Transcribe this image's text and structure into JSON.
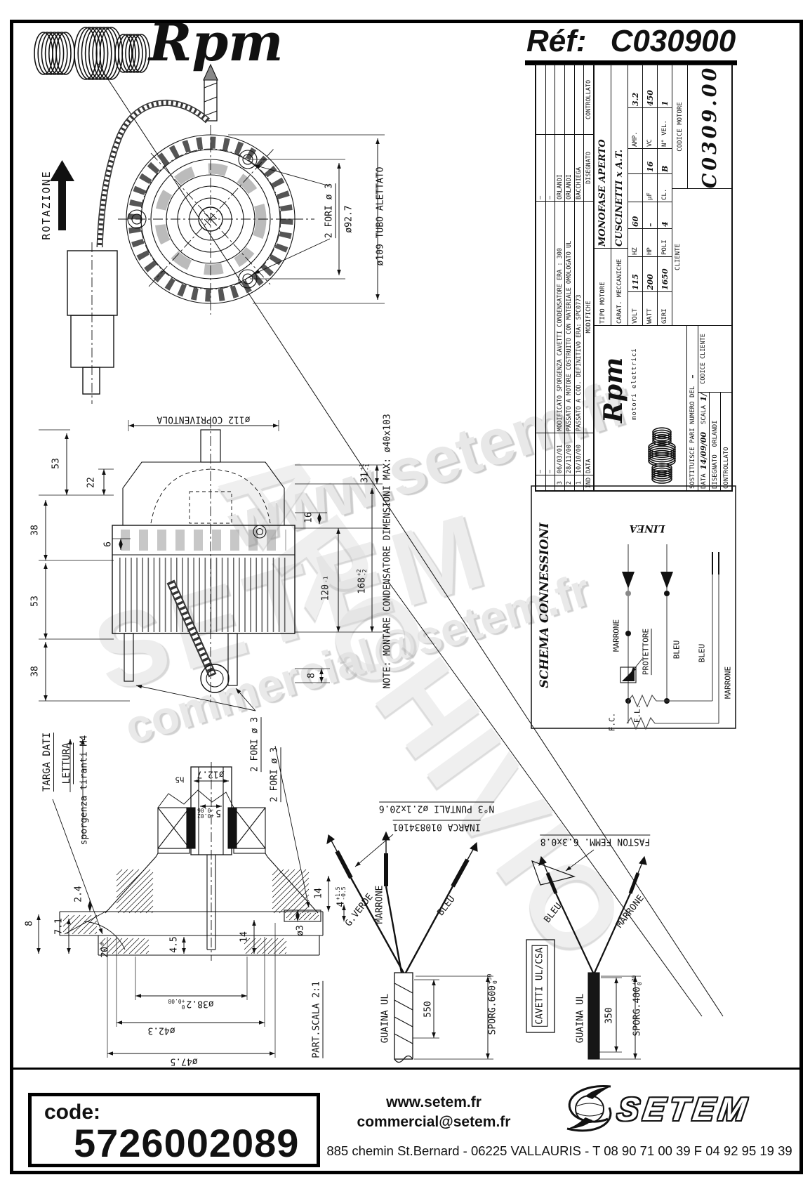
{
  "header": {
    "brand": "Rpm",
    "ref_label": "Réf:",
    "ref_value": "C030900"
  },
  "title_block": {
    "revisions": {
      "headers": {
        "ind": "IND",
        "date": "DATA",
        "mod": "MODIFICHE",
        "dis": "DISEGNATO",
        "ctrl": "CONTROLLATO"
      },
      "rows": [
        {
          "ind": "",
          "date": "–",
          "mod": "",
          "dis": "–",
          "ctrl": ""
        },
        {
          "ind": "",
          "date": "–",
          "mod": "",
          "dis": "–",
          "ctrl": ""
        },
        {
          "ind": "3",
          "date": "06/03/01",
          "mod": "MODIFICATO SPORGENZA CAVETTI CONDENSATORE ERA : 300",
          "dis": "ORLANDI",
          "ctrl": ""
        },
        {
          "ind": "2",
          "date": "28/11/00",
          "mod": "PASSATO A MOTORE COSTRUITO CON MATERIALE OMOLOGATO UL",
          "dis": "ORLANDI",
          "ctrl": ""
        },
        {
          "ind": "1",
          "date": "10/10/00",
          "mod": "PASSATO A COD. DEFINITIVO ERA: SPC0773",
          "dis": "BACCHIEGA",
          "ctrl": ""
        }
      ]
    },
    "logo": {
      "brand": "Rpm",
      "subtitle": "motori elettrici"
    },
    "tipo_label": "TIPO MOTORE",
    "tipo_value": "MONOFASE APERTO",
    "carat_label": "CARAT. MECCANICHE",
    "carat_value": "CUSCINETTI x A.T.",
    "specs": [
      [
        {
          "l": "VOLT",
          "v": "115"
        },
        {
          "l": "HZ",
          "v": "60"
        },
        {
          "l": "",
          "v": ""
        },
        {
          "l": "AMP.",
          "v": "3.2"
        }
      ],
      [
        {
          "l": "WATT",
          "v": "200"
        },
        {
          "l": "HP",
          "v": "–"
        },
        {
          "l": "µF",
          "v": "16"
        },
        {
          "l": "VC",
          "v": "450"
        }
      ],
      [
        {
          "l": "GIRI",
          "v": "1650"
        },
        {
          "l": "POLI",
          "v": "4"
        },
        {
          "l": "CL.",
          "v": "B"
        },
        {
          "l": "N° VEL.",
          "v": "1"
        }
      ]
    ],
    "cliente_label": "CLIENTE",
    "codice_motore_label": "CODICE MOTORE",
    "codice_motore": "C0309.00",
    "codice_cliente_label": "CODICE CLIENTE",
    "sost_label": "SOSTITUISCE PARI NUMERO DEL",
    "sost_value": "–",
    "data_label": "DATA",
    "data_value": "14/09/00",
    "scala_label": "SCALA",
    "scala_value": "1/1",
    "dis_label": "DISEGNATO",
    "dis_value": "ORLANDI",
    "ctrl_label": "CONTROLLATO"
  },
  "front_view": {
    "rotazione": "ROTAZIONE",
    "fori": "2 FORI ø 3",
    "d92": "ø92.7",
    "d109": "ø109 TUBO ALETTATO"
  },
  "side_view": {
    "copriventola": "ø112 COPRIVENTOLA",
    "d53a": "53",
    "d22": "22",
    "d38a": "38",
    "d6": "6",
    "d53b": "53",
    "d38b": "38",
    "d16": "16",
    "d8": "8",
    "d31": {
      "v": "31",
      "tp": "+1",
      "tm": "-1"
    },
    "d120": {
      "v": "120",
      "tp": "",
      "tm": "-1"
    },
    "d168": {
      "v": "168",
      "tp": "+2",
      "tm": "-2"
    },
    "fori": "2 FORI ø 3",
    "note": "NOTE: MONTARE CONDENSATORE DIMENSIONI MAX: ø40x103"
  },
  "detail_view": {
    "targa": "TARGA DATI",
    "lettura": "LETTURA",
    "sporgenza": "sporgenza tiranti M4",
    "d127": "ø12.7",
    "h5": "h5",
    "d5": {
      "v": "5",
      "tp": "+0.02",
      "tm": "-0.06"
    },
    "fori": "2 FORI ø 3",
    "d24": "2.4",
    "d8": "8",
    "d71": "7.1",
    "d20": "20°",
    "d45": "4.5",
    "d14a": "14",
    "d3": "ø3",
    "d14b": "14",
    "d4": {
      "v": "4",
      "tp": "+1.5",
      "tm": "-0.5"
    },
    "d382": {
      "v": "ø38.2",
      "tp": "0",
      "tm": "+0.08"
    },
    "d423": "ø42.3",
    "d475": "ø47.5",
    "scala": "PART.SCALA 2:1"
  },
  "cables": {
    "puntali": "N°3 PUNTALI ø2.1x20.6",
    "inarca": "INARCA 010834101",
    "faston": "FASTON FEMM. 6.3x0.8",
    "cavetti": "CAVETTI UL/CSA",
    "left": {
      "gverde": "G.VERDE",
      "marrone": "MARRONE",
      "bleu": "BLEU",
      "guaina": "GUAINA UL",
      "len": "550",
      "sporg": "SPORG.600",
      "tp": "+50",
      "tm": "0"
    },
    "right": {
      "bleu": "BLEU",
      "marrone": "MARRONE",
      "guaina": "GUAINA UL",
      "len": "350",
      "sporg": "SPORG.400",
      "tp": "+30",
      "tm": "0"
    }
  },
  "schema": {
    "title": "SCHEMA CONNESSIONI",
    "linea": "LINEA",
    "marrone_left": "MARRONE",
    "protettore": "PROTETTORE",
    "bleu_mid": "BLEU",
    "bleu_right": "BLEU",
    "marrone_right": "MARRONE",
    "fl": "F.L.",
    "fc": "F.C."
  },
  "watermarks": {
    "w1": "www.setem.fr",
    "w2": "SETEM",
    "w3": "commercial@setem.fr",
    "w4": "ARCHIVIO"
  },
  "footer": {
    "code_label": "code:",
    "code_value": "5726002089",
    "site": "www.setem.fr",
    "email": "commercial@setem.fr",
    "address": "885 chemin St.Bernard  -  06225 VALLAURIS  -  T 08 90 71 00 39   F 04 92 95 19 39",
    "brand": "SETEM"
  }
}
